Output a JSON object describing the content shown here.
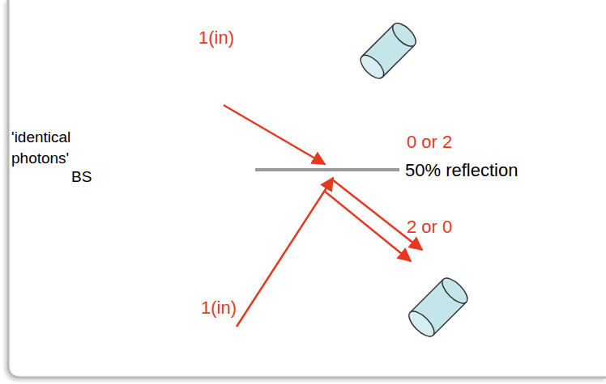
{
  "diagram": {
    "labels": [
      "1(in)",
      "'identical photons'",
      "BS",
      "0 or 2",
      "50% reflection",
      "2 or 0",
      "1(in)"
    ]
  }
}
